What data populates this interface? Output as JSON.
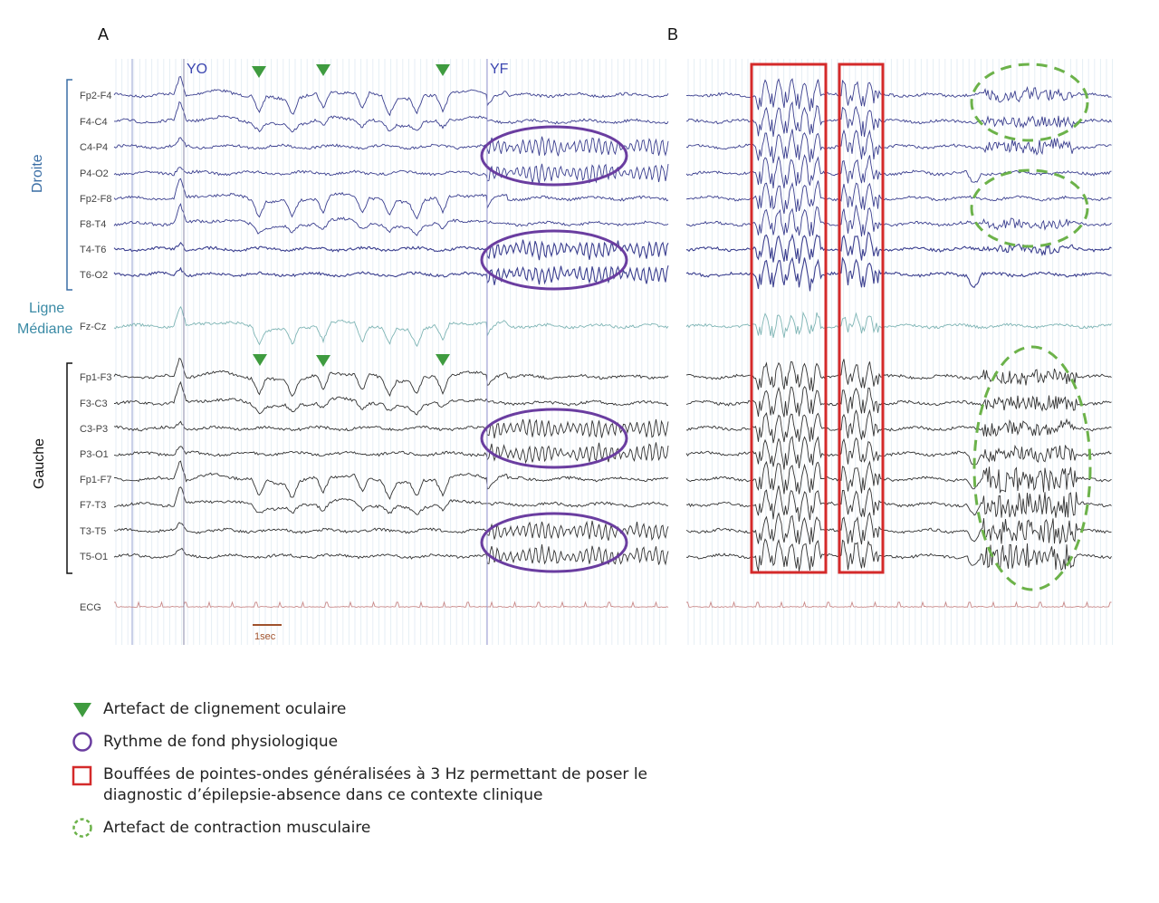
{
  "panels": {
    "a_label": "A",
    "b_label": "B"
  },
  "markers": {
    "eyes_open": "YO",
    "eyes_closed": "YF"
  },
  "groups": {
    "right": "Droite",
    "midline_line1": "Ligne",
    "midline_line2": "Médiane",
    "left": "Gauche"
  },
  "channels": [
    "Fp2-F4",
    "F4-C4",
    "C4-P4",
    "P4-O2",
    "Fp2-F8",
    "F8-T4",
    "T4-T6",
    "T6-O2",
    "Fz-Cz",
    "Fp1-F3",
    "F3-C3",
    "C3-P3",
    "P3-O1",
    "Fp1-F7",
    "F7-T3",
    "T3-T5",
    "T5-O1",
    "ECG"
  ],
  "scale_bar": "1sec",
  "legend": [
    {
      "icon": "green-triangle-icon",
      "text": "Artefact de clignement oculaire"
    },
    {
      "icon": "purple-ellipse-icon",
      "text": "Rythme de fond physiologique"
    },
    {
      "icon": "red-square-icon",
      "text": "Bouffées de pointes-ondes généralisées à 3 Hz permettant de poser le diagnostic d’épilepsie-absence dans ce contexte clinique"
    },
    {
      "icon": "green-dashed-circle-icon",
      "text": "Artefact de contraction musculaire"
    }
  ],
  "colors": {
    "right": "#3b3f8f",
    "midline": "#7fb5b5",
    "left": "#333333",
    "ecg": "#c98a8a",
    "blink": "#3f9b3f",
    "background": "#6a3da0",
    "spikewave": "#d42a2a",
    "muscle": "#6cb24a",
    "group_label": "#3a6ea5"
  }
}
